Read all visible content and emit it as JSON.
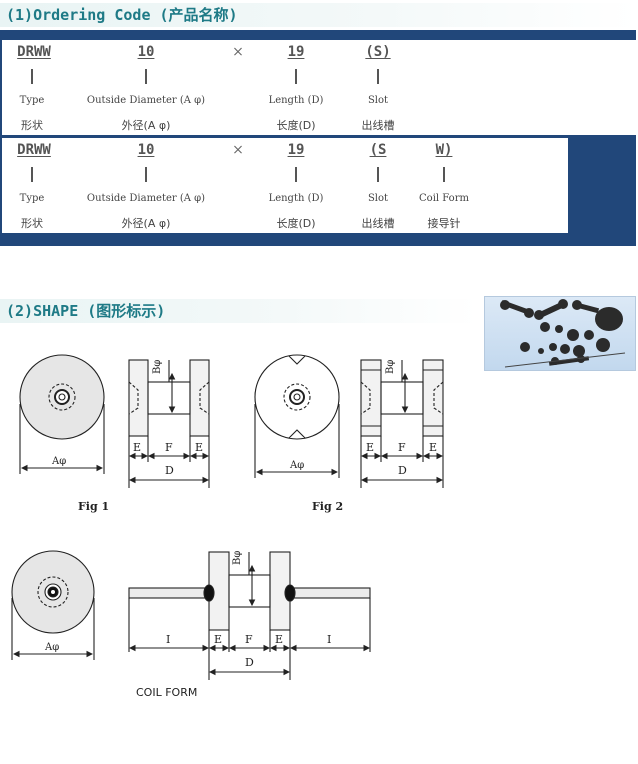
{
  "ordering": {
    "title": "(1)Ordering Code (产品名称)",
    "rows": [
      {
        "codes": [
          "DRWW",
          "10",
          "19",
          "(S)"
        ],
        "times": "×",
        "labels_en": [
          "Type",
          "Outside Diameter (A φ)",
          "Length (D)",
          "Slot"
        ],
        "labels_cn": [
          "形状",
          "外径(A φ)",
          "长度(D)",
          "出线槽"
        ]
      },
      {
        "codes": [
          "DRWW",
          "10",
          "19",
          "(S",
          "W)"
        ],
        "times": "×",
        "labels_en": [
          "Type",
          "Outside Diameter (A φ)",
          "Length (D)",
          "Slot",
          "Coil Form"
        ],
        "labels_cn": [
          "形状",
          "外径(A φ)",
          "长度(D)",
          "出线槽",
          "接导针"
        ]
      }
    ]
  },
  "shape": {
    "title": "(2)SHAPE (图形标示)",
    "fig1": "Fig 1",
    "fig2": "Fig 2",
    "coil_form": "COIL FORM",
    "dim": {
      "A": "Aφ",
      "B": "Bφ",
      "E": "E",
      "F": "F",
      "D": "D",
      "I": "I"
    }
  },
  "colors": {
    "frame": "#21477a",
    "title": "#1e7a86"
  }
}
